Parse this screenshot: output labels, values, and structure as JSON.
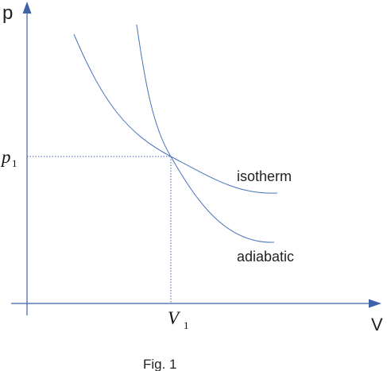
{
  "axes": {
    "y_label": "p",
    "x_label": "V"
  },
  "point": {
    "p_label": "p",
    "p_subscript": "1",
    "v_label": "V",
    "v_subscript": "1"
  },
  "curves": {
    "isotherm_label": "isotherm",
    "adiabatic_label": "adiabatic"
  },
  "caption": "Fig. 1",
  "colors": {
    "axis": "#3f62a8",
    "curve": "#4c73b8",
    "text": "#222222"
  }
}
